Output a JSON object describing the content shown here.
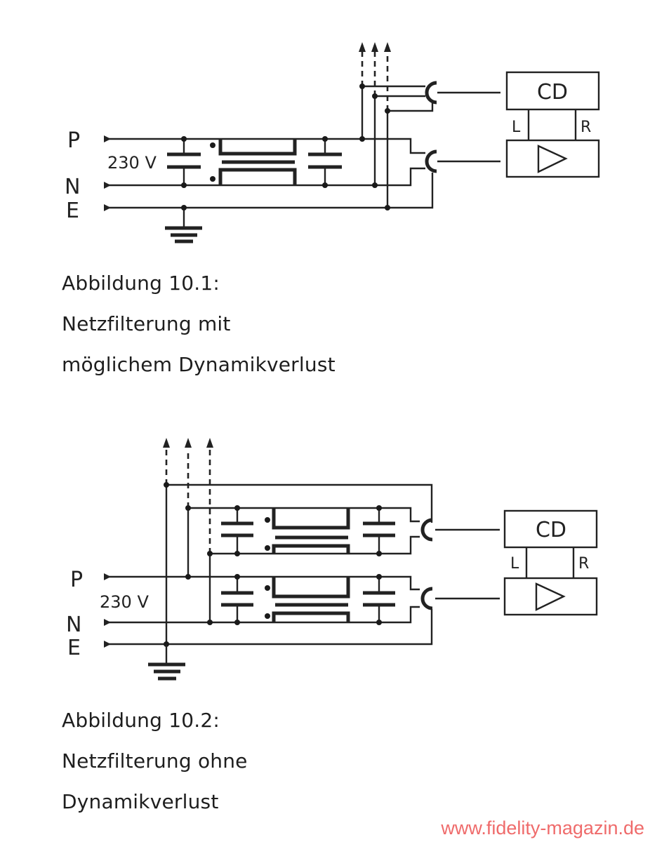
{
  "figure1": {
    "line_labels": [
      "P",
      "N",
      "E"
    ],
    "voltage_label": "230 V",
    "device_top": "CD",
    "channel_left": "L",
    "channel_right": "R",
    "caption": [
      "Abbildung 10.1:",
      "Netzfilterung mit",
      "möglichem Dynamikverlust"
    ]
  },
  "figure2": {
    "line_labels": [
      "P",
      "N",
      "E"
    ],
    "voltage_label": "230 V",
    "device_top": "CD",
    "channel_left": "L",
    "channel_right": "R",
    "caption": [
      "Abbildung 10.2:",
      "Netzfilterung ohne",
      "Dynamikverlust"
    ]
  },
  "watermark": "www.fidelity-magazin.de",
  "colors": {
    "ink": "#222222",
    "watermark": "#ef6b6b"
  }
}
